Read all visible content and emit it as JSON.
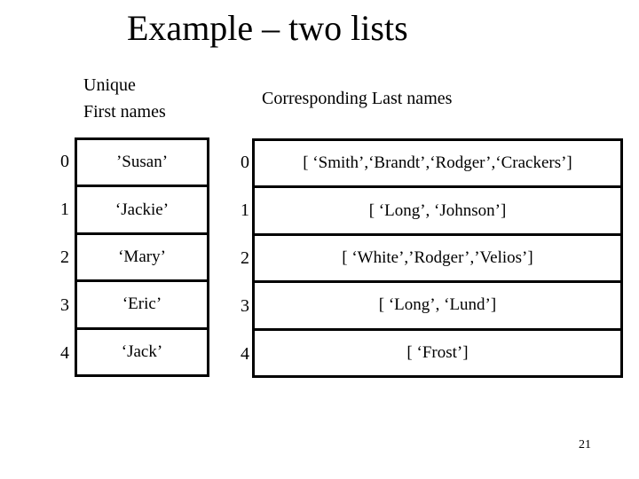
{
  "slide": {
    "title": "Example – two lists",
    "page_number": "21"
  },
  "headers": {
    "left": "Unique\nFirst names",
    "right": "Corresponding Last names"
  },
  "lists": {
    "first_names": {
      "label": "Unique First names",
      "items": [
        {
          "index": "0",
          "value": "’Susan’"
        },
        {
          "index": "1",
          "value": "‘Jackie’"
        },
        {
          "index": "2",
          "value": "‘Mary’"
        },
        {
          "index": "3",
          "value": "‘Eric’"
        },
        {
          "index": "4",
          "value": "‘Jack’"
        }
      ]
    },
    "last_names": {
      "label": "Corresponding Last names",
      "items": [
        {
          "index": "0",
          "value": "[ ‘Smith’,‘Brandt’,‘Rodger’,‘Crackers’]"
        },
        {
          "index": "1",
          "value": "[ ‘Long’, ‘Johnson’]"
        },
        {
          "index": "2",
          "value": "[ ‘White’,’Rodger’,’Velios’]"
        },
        {
          "index": "3",
          "value": "[ ‘Long’, ‘Lund’]"
        },
        {
          "index": "4",
          "value": "[ ‘Frost’]"
        }
      ]
    }
  },
  "colors": {
    "background": "#ffffff",
    "text": "#000000",
    "border": "#000000"
  }
}
